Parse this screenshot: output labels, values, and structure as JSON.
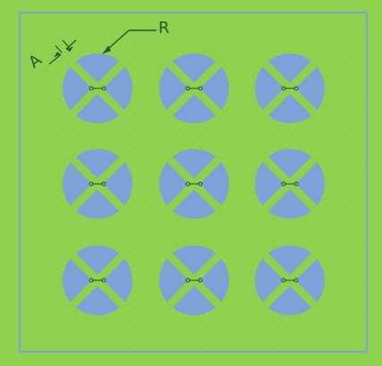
{
  "diagram": {
    "labels": {
      "radius": "R",
      "gap": "A"
    },
    "grid": {
      "rows": 3,
      "columns": 3
    },
    "colors": {
      "background": "#8fd14f",
      "board_outline": "#7ea1d8",
      "pad": "#7ea1d8",
      "slot": "#8fd14f",
      "annotation": "#1f5d2e",
      "dots": "#a6e06f"
    },
    "icons": {
      "pad": "cross-slot-disk",
      "center_mark": "small-link-mark"
    }
  }
}
